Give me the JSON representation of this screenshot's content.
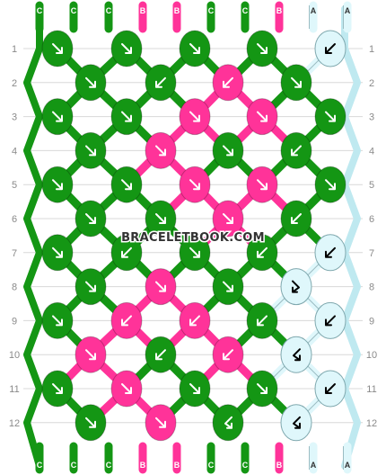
{
  "watermark": "BRACELETBOOK.COM",
  "colors": {
    "C": "#149614",
    "B": "#ff3399",
    "A": "#dff7fb"
  },
  "strands": {
    "top": [
      "C",
      "C",
      "C",
      "B",
      "B",
      "C",
      "C",
      "B",
      "A",
      "A"
    ],
    "bottom": [
      "C",
      "C",
      "C",
      "B",
      "B",
      "C",
      "C",
      "B",
      "A",
      "A"
    ]
  },
  "rows": [
    {
      "label": "1",
      "knots": [
        [
          "C",
          "fwd"
        ],
        [
          "C",
          "fwd"
        ],
        [
          "C",
          "fwd"
        ],
        [
          "C",
          "fwd"
        ],
        [
          "A",
          "back"
        ]
      ]
    },
    {
      "label": "2",
      "knots": [
        [
          "C",
          "fwd"
        ],
        [
          "C",
          "back"
        ],
        [
          "B",
          "back"
        ],
        [
          "C",
          "fwd"
        ]
      ]
    },
    {
      "label": "3",
      "knots": [
        [
          "C",
          "fwd"
        ],
        [
          "C",
          "fwd"
        ],
        [
          "B",
          "fwd"
        ],
        [
          "B",
          "fwd"
        ],
        [
          "C",
          "fwd"
        ]
      ]
    },
    {
      "label": "4",
      "knots": [
        [
          "C",
          "fwd"
        ],
        [
          "B",
          "fwd"
        ],
        [
          "C",
          "fwd"
        ],
        [
          "C",
          "back"
        ]
      ]
    },
    {
      "label": "5",
      "knots": [
        [
          "C",
          "fwd"
        ],
        [
          "C",
          "fwd"
        ],
        [
          "B",
          "fwd"
        ],
        [
          "B",
          "fwd"
        ],
        [
          "C",
          "fwd"
        ]
      ]
    },
    {
      "label": "6",
      "knots": [
        [
          "C",
          "fwd"
        ],
        [
          "C",
          "fwd"
        ],
        [
          "B",
          "fwd"
        ],
        [
          "C",
          "back"
        ]
      ]
    },
    {
      "label": "7",
      "knots": [
        [
          "C",
          "fwd"
        ],
        [
          "C",
          "back"
        ],
        [
          "C",
          "fwd"
        ],
        [
          "C",
          "back"
        ],
        [
          "A",
          "back"
        ]
      ]
    },
    {
      "label": "8",
      "knots": [
        [
          "C",
          "fwd"
        ],
        [
          "B",
          "fwd"
        ],
        [
          "C",
          "fwd"
        ],
        [
          "A",
          "fb"
        ]
      ]
    },
    {
      "label": "9",
      "knots": [
        [
          "C",
          "fwd"
        ],
        [
          "B",
          "back"
        ],
        [
          "B",
          "back"
        ],
        [
          "C",
          "back"
        ],
        [
          "A",
          "back"
        ]
      ]
    },
    {
      "label": "10",
      "knots": [
        [
          "B",
          "fwd"
        ],
        [
          "C",
          "back"
        ],
        [
          "B",
          "back"
        ],
        [
          "A",
          "bf"
        ]
      ]
    },
    {
      "label": "11",
      "knots": [
        [
          "C",
          "fwd"
        ],
        [
          "B",
          "fwd"
        ],
        [
          "C",
          "fwd"
        ],
        [
          "C",
          "fwd"
        ],
        [
          "A",
          "back"
        ]
      ]
    },
    {
      "label": "12",
      "knots": [
        [
          "C",
          "fwd"
        ],
        [
          "B",
          "fwd"
        ],
        [
          "C",
          "bf"
        ],
        [
          "A",
          "bf"
        ]
      ]
    }
  ]
}
